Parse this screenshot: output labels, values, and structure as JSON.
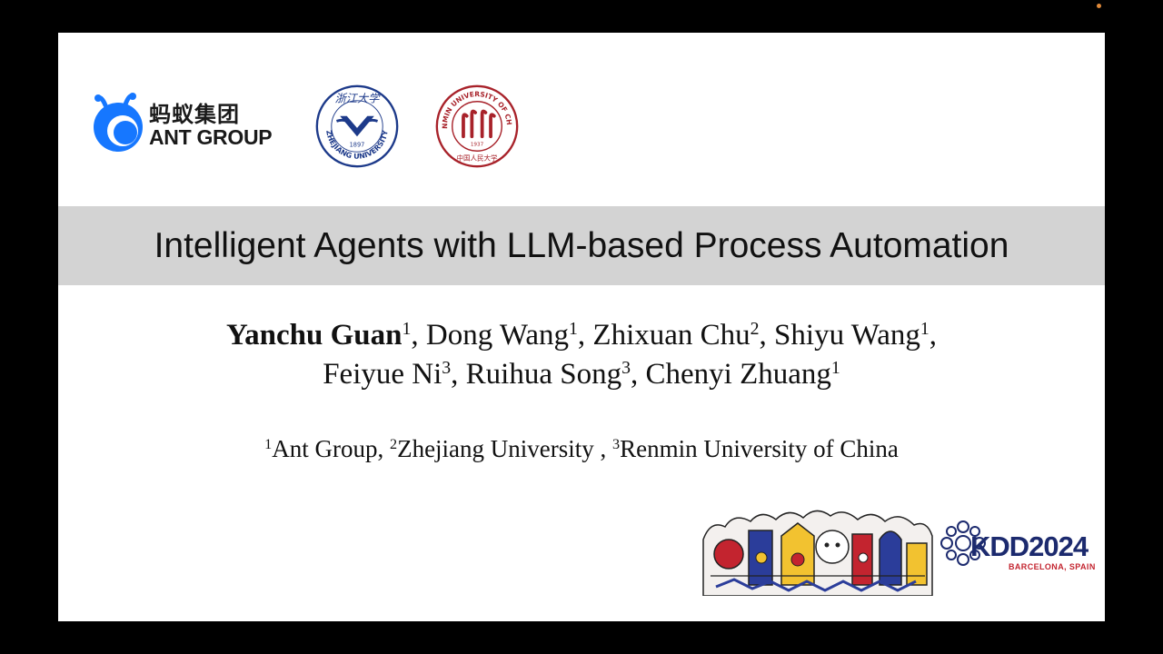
{
  "logos": {
    "ant_cn": "蚂蚁集团",
    "ant_en": "ANT GROUP",
    "zju_ring": "ZHEJIANG UNIVERSITY",
    "zju_year": "1897",
    "zju_top": "浙江大学",
    "ruc_ring": "RENMIN UNIVERSITY OF CHINA",
    "ruc_year": "1937",
    "ruc_bottom": "中国人民大学"
  },
  "title": "Intelligent Agents with LLM-based Process Automation",
  "authors": [
    {
      "name": "Yanchu Guan",
      "aff": "1",
      "bold": true
    },
    {
      "name": "Dong Wang",
      "aff": "1"
    },
    {
      "name": "Zhixuan Chu",
      "aff": "2"
    },
    {
      "name": "Shiyu Wang",
      "aff": "1"
    },
    {
      "name": "Feiyue Ni",
      "aff": "3"
    },
    {
      "name": "Ruihua Song",
      "aff": "3"
    },
    {
      "name": "Chenyi Zhuang",
      "aff": "1"
    }
  ],
  "affiliations": [
    {
      "num": "1",
      "name": "Ant Group"
    },
    {
      "num": "2",
      "name": "Zhejiang University"
    },
    {
      "num": "3",
      "name": "Renmin University of China"
    }
  ],
  "conference": {
    "name": "KDD2024",
    "location": "BARCELONA, SPAIN",
    "brand_color": "#1c2a6e",
    "accent_color": "#c3242f"
  },
  "colors": {
    "ant_blue": "#1677ff",
    "zju_blue": "#1d3a8a",
    "ruc_red": "#a8222a",
    "title_band": "#d3d3d3"
  }
}
